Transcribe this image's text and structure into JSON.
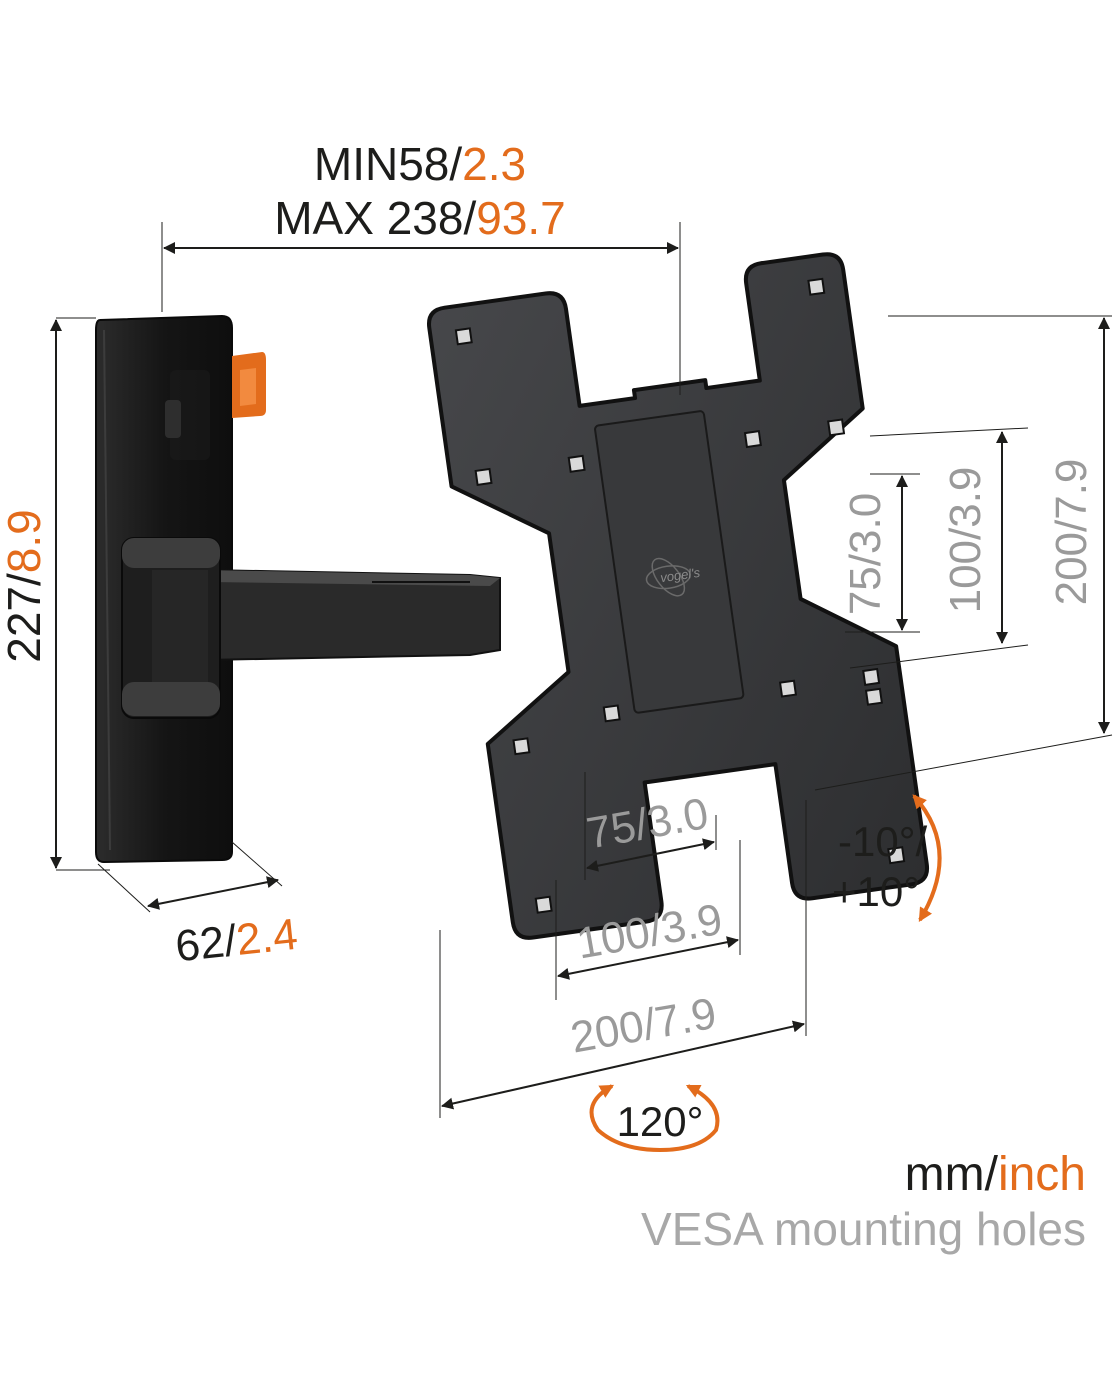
{
  "colors": {
    "text_dark": "#1d1d1b",
    "accent_orange": "#e36c1c",
    "text_grey": "#9a9a9a",
    "mount_black": "#1f1f1f",
    "plate_grey": "#3a3b3d"
  },
  "dimensions": {
    "arm_extension": {
      "min_mm": "MIN58/",
      "min_inch": "2.3",
      "max_mm": "MAX 238/",
      "max_inch": "93.7"
    },
    "wall_plate_height": {
      "mm": "227/",
      "inch": "8.9"
    },
    "wall_plate_depth": {
      "mm": "62/",
      "inch": "2.4"
    },
    "vesa_vertical": [
      "75/3.0",
      "100/3.9",
      "200/7.9"
    ],
    "vesa_horizontal": [
      "75/3.0",
      "100/3.9",
      "200/7.9"
    ]
  },
  "motion": {
    "tilt_line1": "-10°/",
    "tilt_line2": "+10°",
    "swivel": "120°"
  },
  "brand_label": "vogel's",
  "legend": {
    "units_mm": "mm/",
    "units_inch": "inch",
    "vesa_note": "VESA mounting holes"
  },
  "icons": {
    "tilt_arrow": "curved-double-arrow-icon",
    "swivel_arrow": "swivel-arrows-icon"
  }
}
